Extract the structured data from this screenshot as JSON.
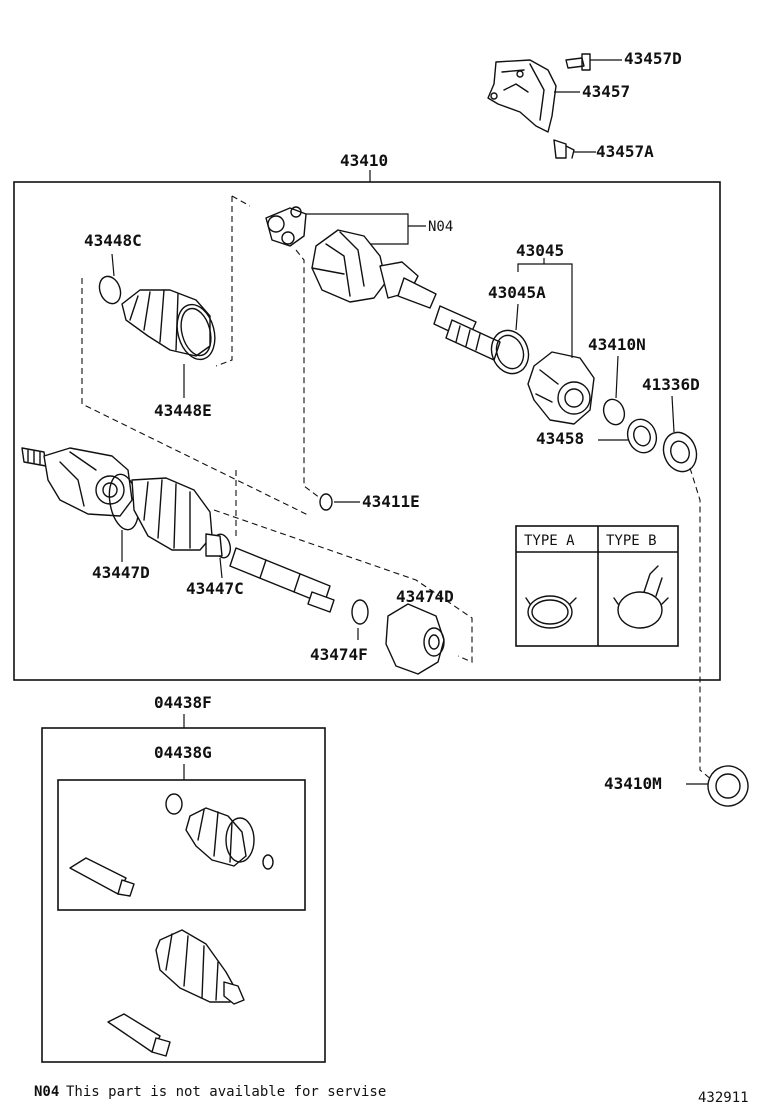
{
  "labels": {
    "p43457D": "43457D",
    "p43457": "43457",
    "p43457A": "43457A",
    "p43410": "43410",
    "n04": "N04",
    "p43448C": "43448C",
    "p43045": "43045",
    "p43045A": "43045A",
    "p43410N": "43410N",
    "p41336D": "41336D",
    "p43448E": "43448E",
    "p43458": "43458",
    "p43411E": "43411E",
    "p43447D": "43447D",
    "p43447C": "43447C",
    "p43474D": "43474D",
    "p43474F": "43474F",
    "p04438F": "04438F",
    "p04438G": "04438G",
    "p43410M": "43410M"
  },
  "type_table": {
    "type_a": "TYPE A",
    "type_b": "TYPE B"
  },
  "footnote": {
    "code": "N04",
    "text": "This part is not available for servise"
  },
  "diagram_id": "432911"
}
